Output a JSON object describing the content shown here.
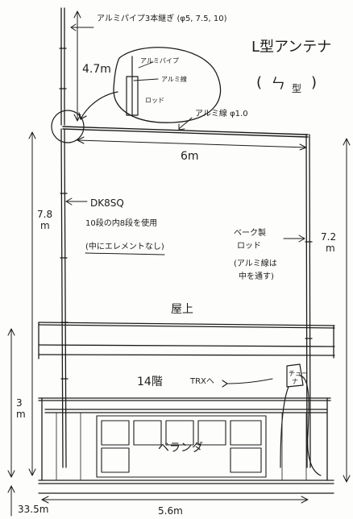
{
  "title": "L型アンテナ",
  "subtitle_paren_open": "(",
  "subtitle_shape": "ㄣ",
  "subtitle_kata": "型",
  "subtitle_paren_close": ")",
  "top_note": "アルミパイプ3本継ぎ (φ5, 7.5, 10)",
  "pipe_len": "4.7m",
  "zoom": {
    "pipe": "アルミパイプ",
    "wire": "アルミ線",
    "rod": "ロッド"
  },
  "wire_note": "アルミ線 φ1.0",
  "horiz_len": "6m",
  "left_height": [
    "7.8",
    "m"
  ],
  "right_height": [
    "7.2",
    "m"
  ],
  "dk_label": "DK8SQ",
  "dk_use": "10段の内8段を使用",
  "dk_note": "(中にエレメントなし)",
  "right_rod": [
    "ベーク製",
    "ロッド"
  ],
  "right_rod_note": [
    "(アルミ線は",
    "中を通す)"
  ],
  "rooftop": "屋上",
  "floor": "14階",
  "trx": "TRXへ",
  "tuner": [
    "チュー",
    "ナ"
  ],
  "veranda": "ベランダ",
  "three_m": [
    "3",
    "m"
  ],
  "ground": "33.5m",
  "bottom_len": "5.6m",
  "colors": {
    "ink": "#1c1c1c",
    "paper": "#fdfdfb"
  }
}
